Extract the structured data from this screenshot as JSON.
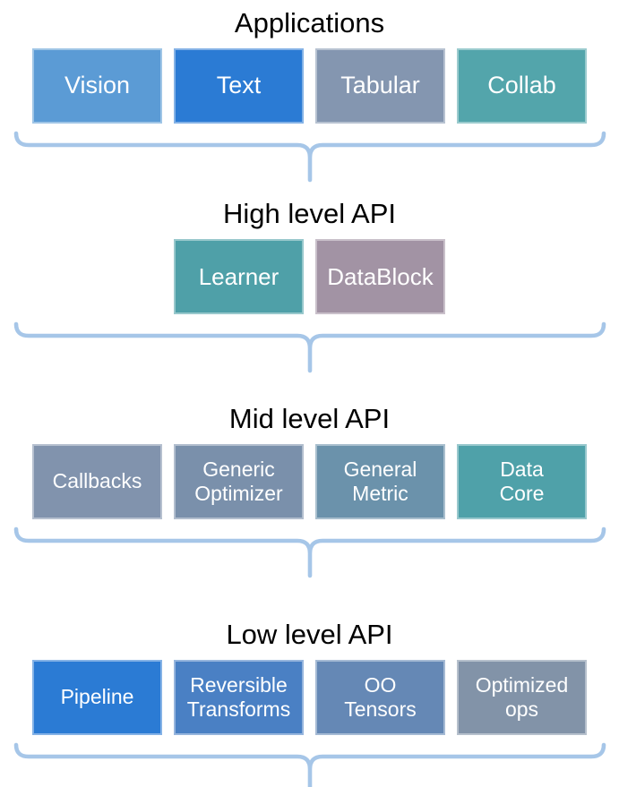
{
  "colors": {
    "brace": "#A6C6E8",
    "title_text": "#000000",
    "box_text": "#FFFFFF",
    "background": "#FFFFFF"
  },
  "sections": [
    {
      "title": "Applications",
      "boxes": [
        {
          "label": "Vision",
          "color": "#5B9BD5"
        },
        {
          "label": "Text",
          "color": "#2B7BD4"
        },
        {
          "label": "Tabular",
          "color": "#8496B0"
        },
        {
          "label": "Collab",
          "color": "#53A5AB"
        }
      ]
    },
    {
      "title": "High level API",
      "boxes": [
        {
          "label": "Learner",
          "color": "#4FA0A8"
        },
        {
          "label": "DataBlock",
          "color": "#A293A4"
        }
      ]
    },
    {
      "title": "Mid level API",
      "boxes": [
        {
          "label": "Callbacks",
          "color": "#8193AD"
        },
        {
          "label": "Generic\nOptimizer",
          "color": "#7A90AB"
        },
        {
          "label": "General\nMetric",
          "color": "#6B92AB"
        },
        {
          "label": "Data\nCore",
          "color": "#4FA1A9"
        }
      ]
    },
    {
      "title": "Low level API",
      "boxes": [
        {
          "label": "Pipeline",
          "color": "#2B7BD4"
        },
        {
          "label": "Reversible\nTransforms",
          "color": "#4A80C4"
        },
        {
          "label": "OO\nTensors",
          "color": "#6588B5"
        },
        {
          "label": "Optimized\nops",
          "color": "#8293A8"
        }
      ]
    }
  ]
}
